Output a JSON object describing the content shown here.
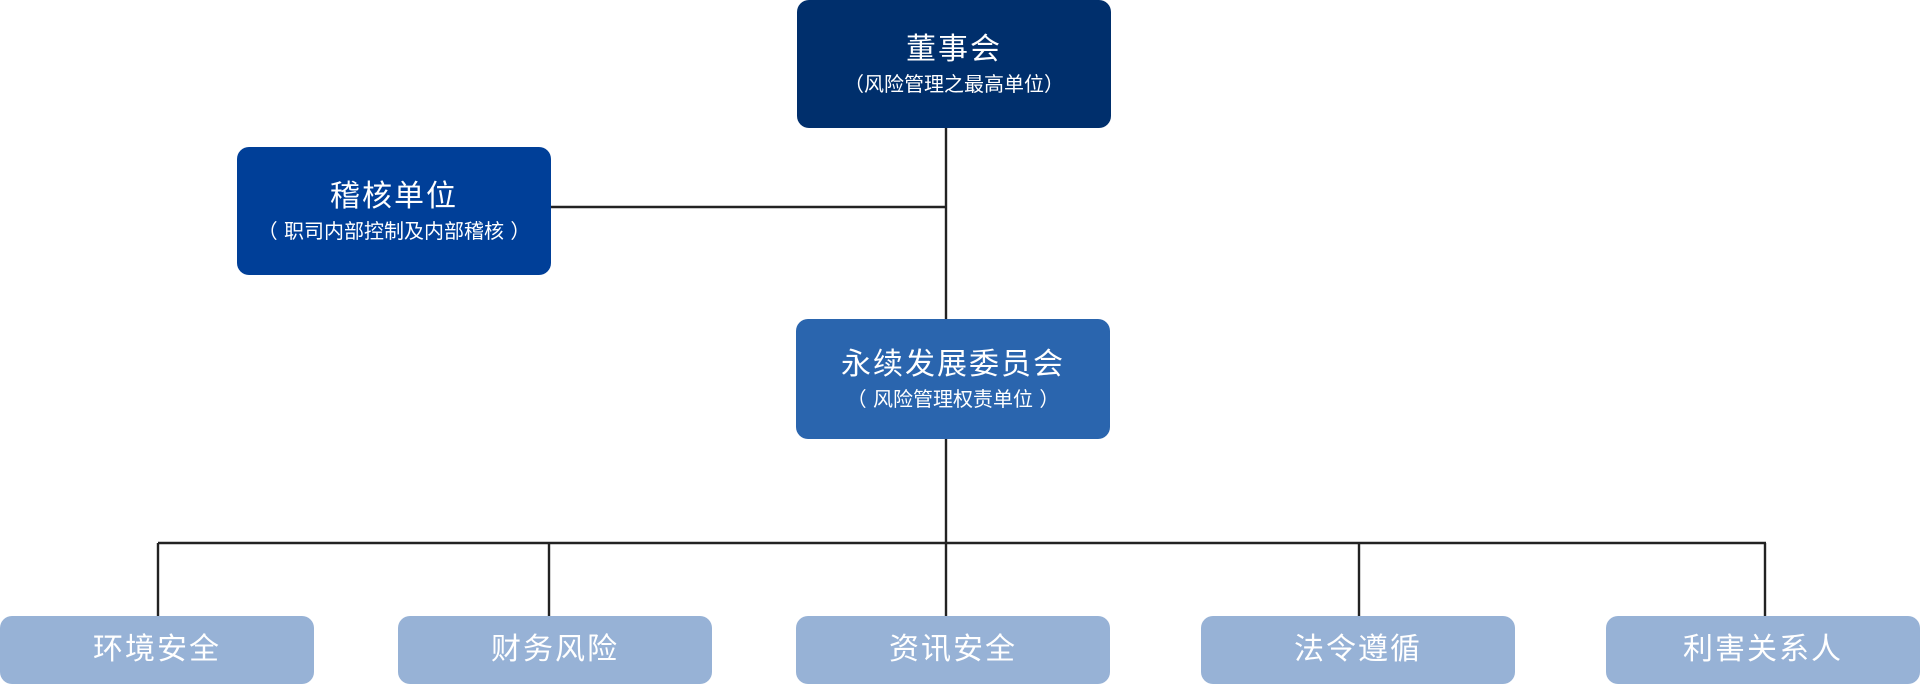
{
  "colors": {
    "board": "#002f6c",
    "audit": "#003f98",
    "committee": "#2a65ae",
    "leaf": "#97b2d6",
    "line": "#222222",
    "text": "#ffffff"
  },
  "board": {
    "title": "董事会",
    "subtitle": "（风险管理之最高单位）"
  },
  "audit": {
    "title": "稽核单位",
    "subtitle": "（  职司内部控制及内部稽核  ）"
  },
  "committee": {
    "title": "永续发展委员会",
    "subtitle": "（  风险管理权责单位  ）"
  },
  "risk_areas": [
    {
      "label": "环境安全"
    },
    {
      "label": "财务风险"
    },
    {
      "label": "资讯安全"
    },
    {
      "label": "法令遵循"
    },
    {
      "label": "利害关系人"
    }
  ]
}
